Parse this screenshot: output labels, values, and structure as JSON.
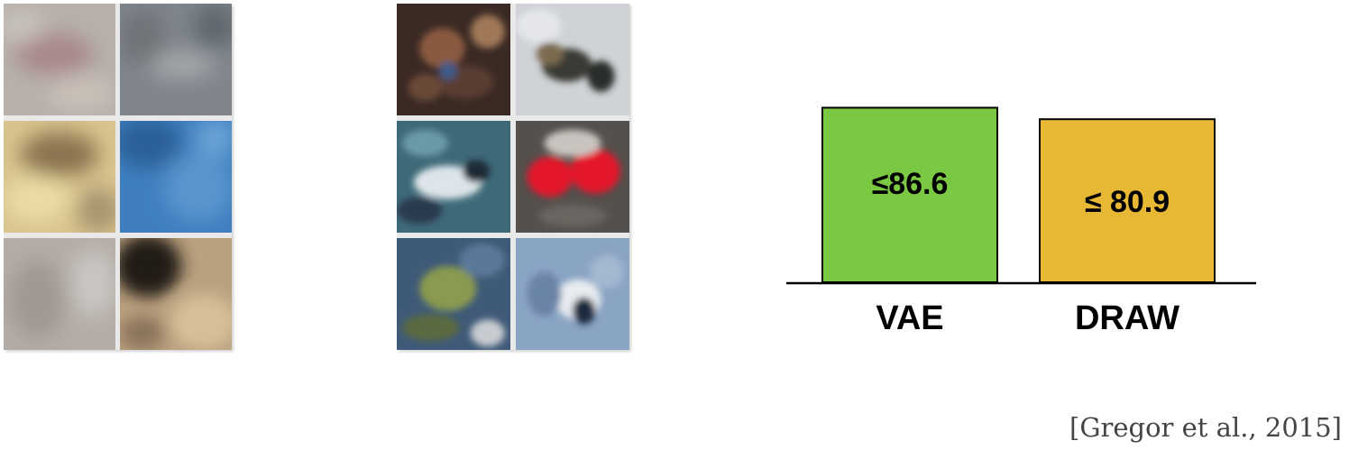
{
  "chart_data": {
    "type": "bar",
    "categories": [
      "VAE",
      "DRAW"
    ],
    "values": [
      86.6,
      80.9
    ],
    "value_labels": [
      "≤86.6",
      "≤ 80.9"
    ],
    "colors": [
      "#7bc843",
      "#e6b833"
    ],
    "title": "",
    "xlabel": "",
    "ylabel": ""
  },
  "citation": "[Gregor et al., 2015]"
}
